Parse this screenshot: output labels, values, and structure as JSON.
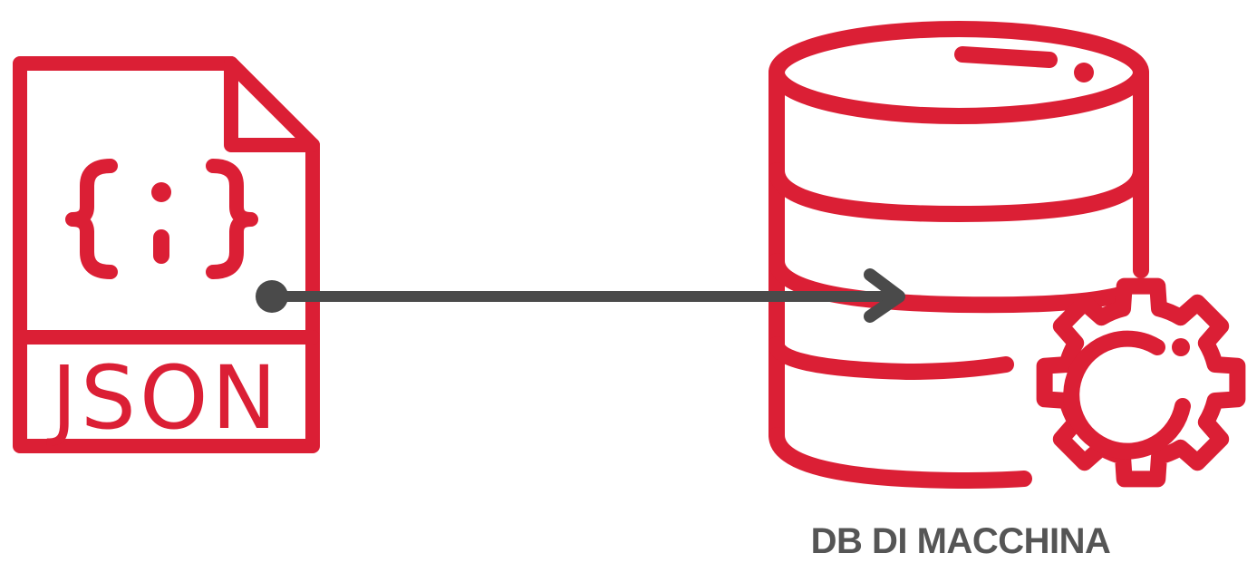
{
  "colors": {
    "icon": "#db1f35",
    "arrow": "#4a4a4a",
    "label": "#555555",
    "background": "#ffffff"
  },
  "json_file": {
    "icon": "json-file-icon",
    "label": "JSON"
  },
  "connector": {
    "icon": "arrow-right"
  },
  "database": {
    "icon": "database-gear-icon",
    "label": "DB DI MACCHINA"
  }
}
